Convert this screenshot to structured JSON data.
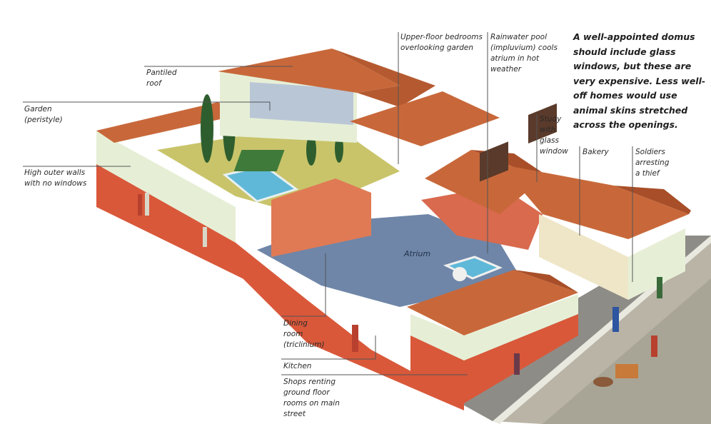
{
  "diagram": {
    "subject": "Cutaway illustration of a Roman domus (townhouse) with shops on the main street",
    "note": "A well-appointed domus should include glass windows, but these are very expensive. Less well-off homes would use animal skins stretched across the openings.",
    "labels": {
      "pantiled_roof": "Pantiled\nroof",
      "garden": "Garden\n(peristyle)",
      "outer_walls": "High outer walls\nwith no windows",
      "bedrooms": "Upper-floor bedrooms\noverlooking garden",
      "impluvium": "Rainwater pool\n(impluvium) cools\natrium in hot\nweather",
      "study": "Study\nwith\nglass\nwindow",
      "bakery": "Bakery",
      "soldiers": "Soldiers\narresting\na thief",
      "atrium": "Atrium",
      "dining": "Dining\nroom\n(triclinium)",
      "kitchen": "Kitchen",
      "shops": "Shops renting\nground floor\nrooms on main\nstreet"
    },
    "colors": {
      "roof": "#c8683a",
      "roof_dark": "#a84e28",
      "wall_upper": "#e6efd6",
      "wall_lower": "#d9583a",
      "pool": "#5fb8d8",
      "garden": "#c9c46a",
      "floor": "#6f86a8",
      "street": "#b9b4a6",
      "leader_line": "#555555"
    }
  }
}
